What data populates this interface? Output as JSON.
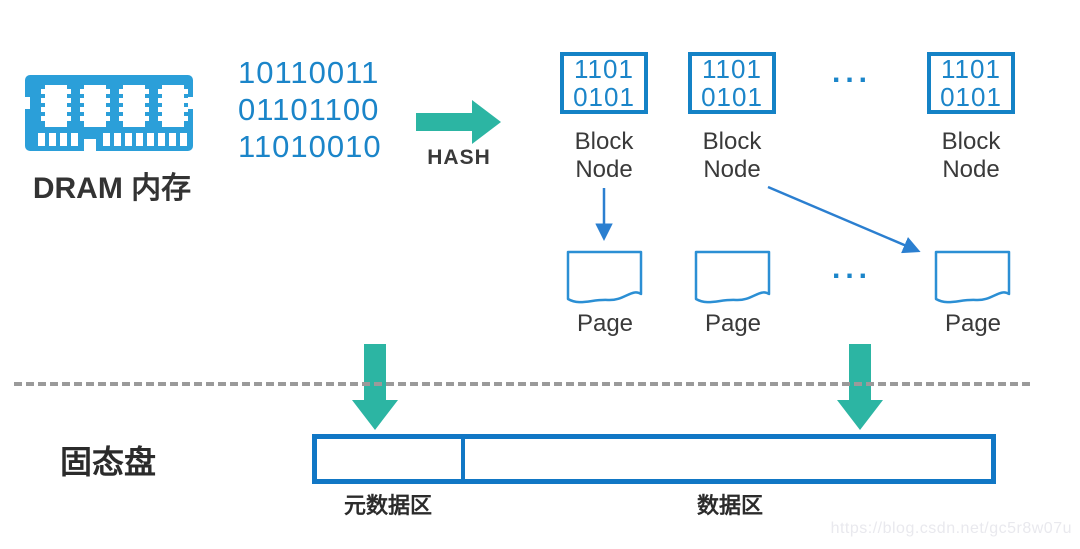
{
  "diagram": {
    "dram": {
      "label": "DRAM 内存",
      "icon": "ram-module-icon"
    },
    "binary": [
      "10110011",
      "01101100",
      "11010010"
    ],
    "hash": {
      "label": "HASH",
      "icon": "hash-arrow-icon"
    },
    "block_nodes": [
      {
        "bits": "1101\n0101",
        "label": "Block Node"
      },
      {
        "bits": "1101\n0101",
        "label": "Block Node"
      },
      {
        "bits": "1101\n0101",
        "label": "Block Node"
      }
    ],
    "ellipsis": {
      "nodes": "...",
      "pages": "..."
    },
    "pages": [
      {
        "label": "Page",
        "icon": "document-page-icon"
      },
      {
        "label": "Page",
        "icon": "document-page-icon"
      },
      {
        "label": "Page",
        "icon": "document-page-icon"
      }
    ],
    "ssd": {
      "label": "固态盘",
      "metadata_region_label": "元数据区",
      "data_region_label": "数据区"
    },
    "watermark": "https://blog.csdn.net/gc5r8w07u",
    "colors": {
      "blue": "#1482c6",
      "light_blue": "#2b9fd9",
      "arrow_blue": "#2b7fd0",
      "teal": "#2cb5a3",
      "text_dark": "#333333",
      "dash_gray": "#9a9a9a",
      "watermark_gray": "#e9e9ee"
    }
  }
}
